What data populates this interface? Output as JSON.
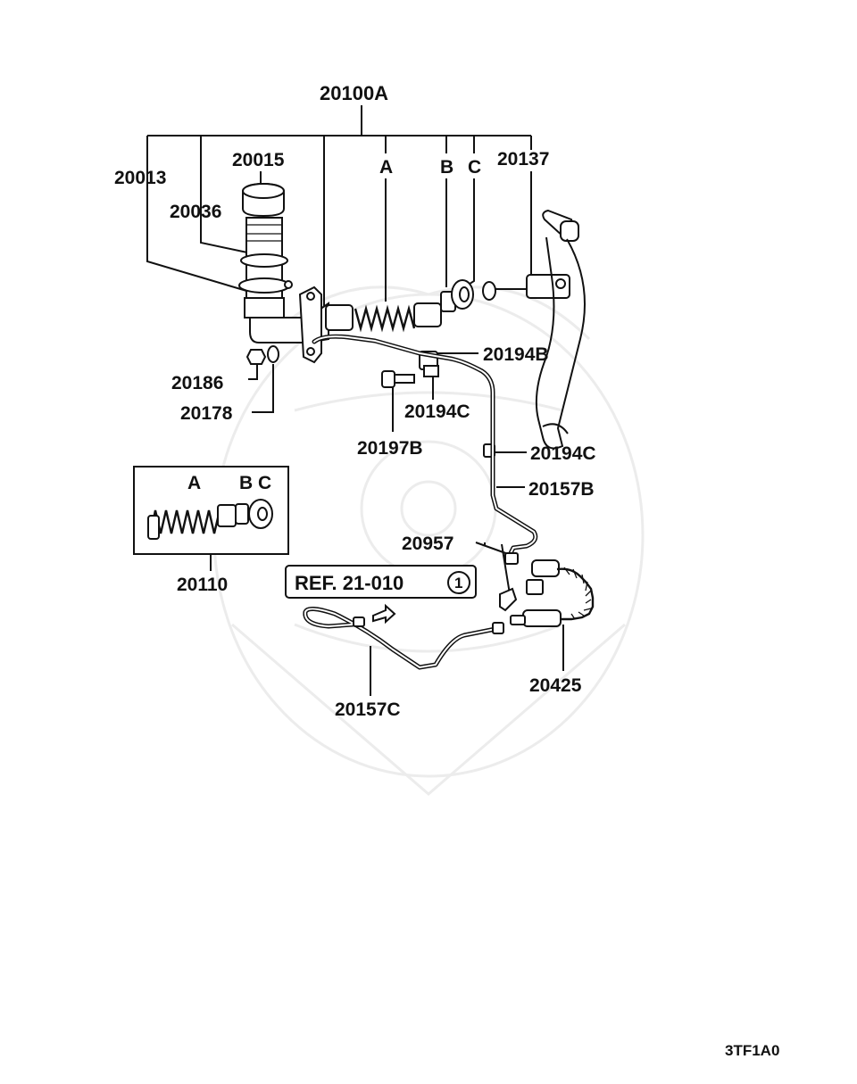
{
  "labels": {
    "assembly": "20100A",
    "reservoir_cap": "20015",
    "reservoir": "20013",
    "reservoir_band": "20036",
    "kit_a": "A",
    "kit_b": "B",
    "kit_c": "C",
    "clevis": "20137",
    "nut": "20186",
    "washer": "20178",
    "clip_upper": "20194B",
    "clip_lower": "20194C",
    "bolt": "20197B",
    "clip_right": "20194C",
    "pipe_b": "20157B",
    "bracket": "20957",
    "hose": "20425",
    "pipe_c": "20157C",
    "kit_box": "20110",
    "kit_box_a": "A",
    "kit_box_bc": "B C"
  },
  "reference": {
    "text": "REF. 21-010",
    "circle_number": "1"
  },
  "diagram_code": "3TF1A0"
}
